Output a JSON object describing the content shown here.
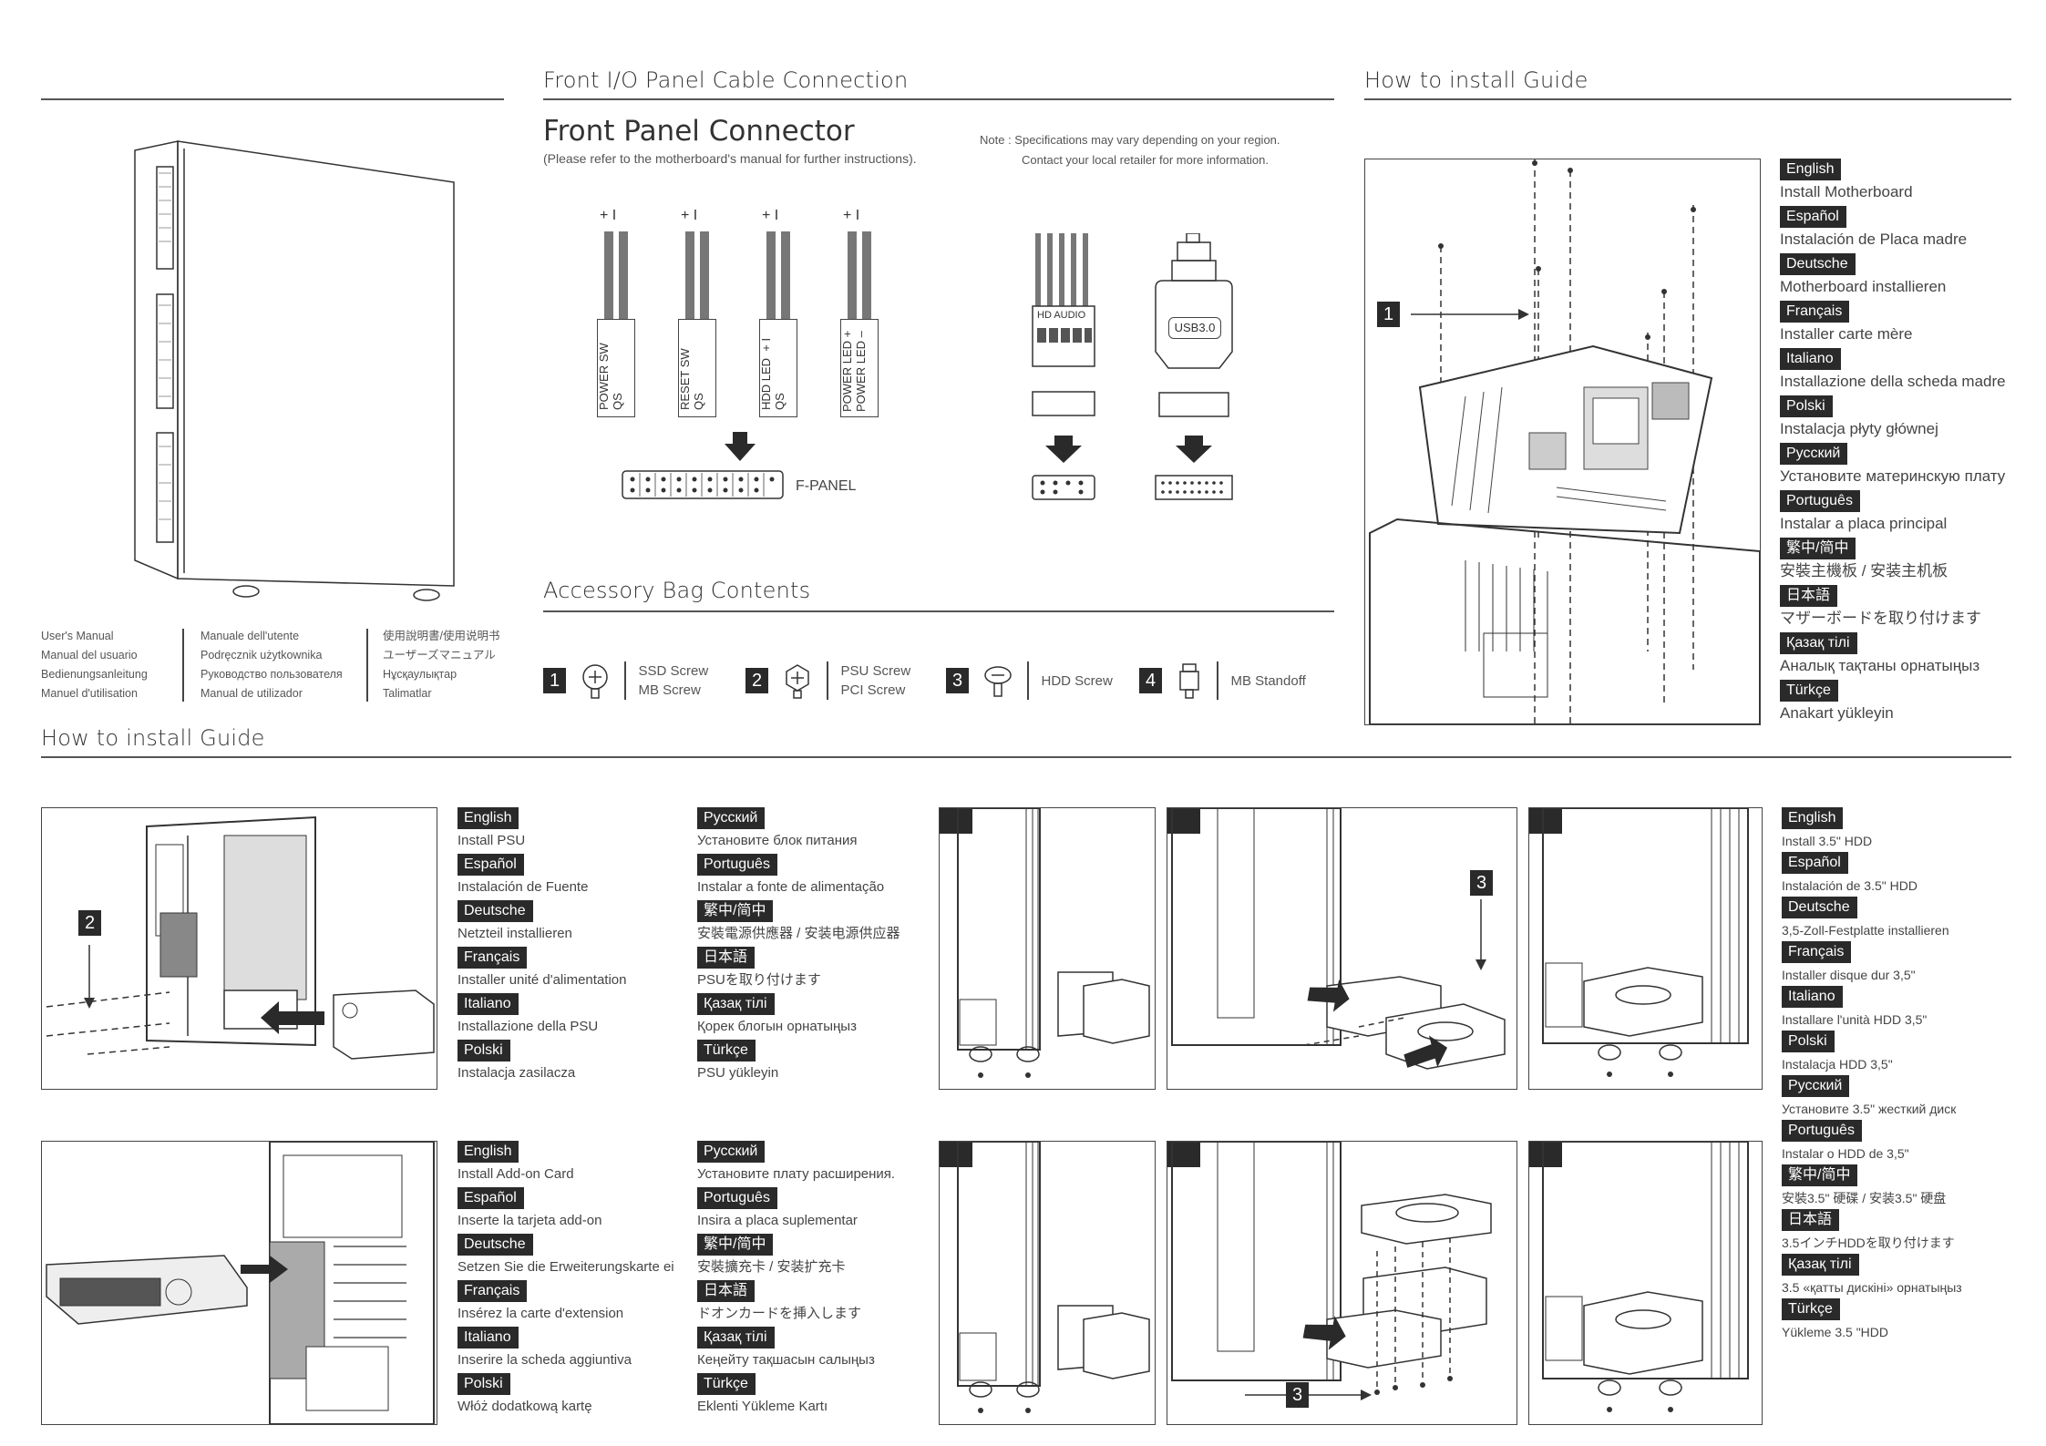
{
  "sections": {
    "front_io_title": "Front I/O Panel Cable Connection",
    "guide_title_top": "How to install Guide",
    "guide_title_bottom": "How to install Guide",
    "accessory_title": "Accessory Bag Contents"
  },
  "front_panel": {
    "title": "Front Panel Connector",
    "subtitle": "(Please refer to the motherboard's manual for further instructions).",
    "note_line1": "Note : Specifications may vary depending on your region.",
    "note_line2": "Contact your local retailer for more information.",
    "plus_minus": "+ I",
    "connectors": [
      {
        "line1": "POWER SW",
        "line2": "QS"
      },
      {
        "line1": "RESET SW",
        "line2": "QS"
      },
      {
        "line1": "HDD LED",
        "line2": "QS",
        "pm": "+ I"
      },
      {
        "line1": "POWER LED +",
        "line2": "POWER LED –"
      }
    ],
    "fpanel_label": "F-PANEL",
    "hd_audio_label": "HD AUDIO",
    "usb_label": "USB3.0"
  },
  "manuals": {
    "col1": [
      "User's Manual",
      "Manual del usuario",
      "Bedienungsanleitung",
      "Manuel d'utilisation"
    ],
    "col2": [
      "Manuale dell'utente",
      "Podręcznik użytkownika",
      "Руководство пользователя",
      "Manual de utilizador"
    ],
    "col3": [
      "使用說明書/使用说明书",
      "ユーザーズマニュアル",
      "Нұсқаулықтар",
      "Talimatlar"
    ]
  },
  "accessories": [
    {
      "num": "1",
      "line1": "SSD Screw",
      "line2": "MB Screw"
    },
    {
      "num": "2",
      "line1": "PSU Screw",
      "line2": "PCI Screw"
    },
    {
      "num": "3",
      "line1": "HDD Screw",
      "line2": ""
    },
    {
      "num": "4",
      "line1": "MB Standoff",
      "line2": ""
    }
  ],
  "callouts": {
    "mb": "1",
    "psu": "2",
    "hdd1": "3",
    "hdd2": "3"
  },
  "motherboard_langs": [
    {
      "lang": "English",
      "text": "Install Motherboard"
    },
    {
      "lang": "Español",
      "text": "Instalación de Placa madre"
    },
    {
      "lang": "Deutsche",
      "text": "Motherboard installieren"
    },
    {
      "lang": "Français",
      "text": "Installer carte mère"
    },
    {
      "lang": "Italiano",
      "text": "Installazione della scheda madre"
    },
    {
      "lang": "Polski",
      "text": "Instalacja płyty głównej"
    },
    {
      "lang": "Русский",
      "text": "Установите материнскую плату"
    },
    {
      "lang": "Português",
      "text": "Instalar a placa principal"
    },
    {
      "lang": "繁中/简中",
      "text": "安裝主機板 / 安装主机板"
    },
    {
      "lang": "日本語",
      "text": "マザーボードを取り付けます"
    },
    {
      "lang": "Қазақ тілі",
      "text": "Аналық тақтаны орнатыңыз"
    },
    {
      "lang": "Türkçe",
      "text": "Anakart yükleyin"
    }
  ],
  "psu_langs_a": [
    {
      "lang": "English",
      "text": "Install PSU"
    },
    {
      "lang": "Español",
      "text": "Instalación de Fuente"
    },
    {
      "lang": "Deutsche",
      "text": "Netzteil installieren"
    },
    {
      "lang": "Français",
      "text": "Installer unité d'alimentation"
    },
    {
      "lang": "Italiano",
      "text": "Installazione della PSU"
    },
    {
      "lang": "Polski",
      "text": "Instalacja zasilacza"
    }
  ],
  "psu_langs_b": [
    {
      "lang": "Русский",
      "text": "Установите блок питания"
    },
    {
      "lang": "Português",
      "text": "Instalar a fonte de alimentação"
    },
    {
      "lang": "繁中/简中",
      "text": "安裝電源供應器 / 安装电源供应器"
    },
    {
      "lang": "日本語",
      "text": "PSUを取り付けます"
    },
    {
      "lang": "Қазақ тілі",
      "text": "Қорек блогын орнатыңыз"
    },
    {
      "lang": "Türkçe",
      "text": "PSU yükleyin"
    }
  ],
  "card_langs_a": [
    {
      "lang": "English",
      "text": "Install Add-on Card"
    },
    {
      "lang": "Español",
      "text": "Inserte la tarjeta add-on"
    },
    {
      "lang": "Deutsche",
      "text": "Setzen Sie die Erweiterungskarte ei"
    },
    {
      "lang": "Français",
      "text": "Insérez la carte d'extension"
    },
    {
      "lang": "Italiano",
      "text": "Inserire la scheda aggiuntiva"
    },
    {
      "lang": "Polski",
      "text": "Włóż dodatkową kartę"
    }
  ],
  "card_langs_b": [
    {
      "lang": "Русский",
      "text": "Установите плату расширения."
    },
    {
      "lang": "Português",
      "text": "Insira a placa suplementar"
    },
    {
      "lang": "繁中/简中",
      "text": "安裝擴充卡 / 安装扩充卡"
    },
    {
      "lang": "日本語",
      "text": "ドオンカードを挿入します"
    },
    {
      "lang": "Қазақ тілі",
      "text": "Кеңейту тақшасын салыңыз"
    },
    {
      "lang": "Türkçe",
      "text": "Eklenti Yükleme Kartı"
    }
  ],
  "hdd_langs": [
    {
      "lang": "English",
      "text": "Install 3.5\" HDD"
    },
    {
      "lang": "Español",
      "text": "Instalación de 3.5\" HDD"
    },
    {
      "lang": "Deutsche",
      "text": "3,5-Zoll-Festplatte installieren"
    },
    {
      "lang": "Français",
      "text": "Installer disque dur 3,5\""
    },
    {
      "lang": "Italiano",
      "text": "Installare l'unità HDD 3,5\""
    },
    {
      "lang": "Polski",
      "text": "Instalacja HDD 3,5\""
    },
    {
      "lang": "Русский",
      "text": "Установите 3.5\" жесткий диск"
    },
    {
      "lang": "Português",
      "text": "Instalar o HDD de 3,5\""
    },
    {
      "lang": "繁中/简中",
      "text": "安裝3.5\" 硬碟 / 安装3.5\" 硬盘"
    },
    {
      "lang": "日本語",
      "text": "3.5インチHDDを取り付けます"
    },
    {
      "lang": "Қазақ тілі",
      "text": "3.5 «қатты дискіні» орнатыңыз"
    },
    {
      "lang": "Türkçe",
      "text": "Yükleme 3.5 \"HDD"
    }
  ]
}
